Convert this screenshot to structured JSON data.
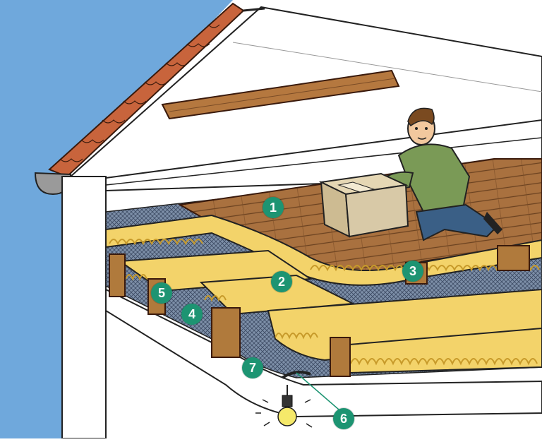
{
  "markers": [
    {
      "label": "1"
    },
    {
      "label": "2"
    },
    {
      "label": "3"
    },
    {
      "label": "4"
    },
    {
      "label": "5"
    },
    {
      "label": "6"
    },
    {
      "label": "7"
    }
  ],
  "colors": {
    "sky": "#6fa8dc",
    "wall": "#ffffff",
    "roof_tiles": "#c8643c",
    "insulation": "#f3d36a",
    "insulation_wave": "#c79a2a",
    "wood_floor": "#a9713f",
    "joist": "#b07a3c",
    "marker_bg": "#1d9472",
    "shirt": "#7a9a56",
    "jeans": "#3a5f86",
    "box": "#d8c9a7"
  },
  "icons": [
    "lightbulb-icon",
    "person-figure",
    "cardboard-box"
  ]
}
